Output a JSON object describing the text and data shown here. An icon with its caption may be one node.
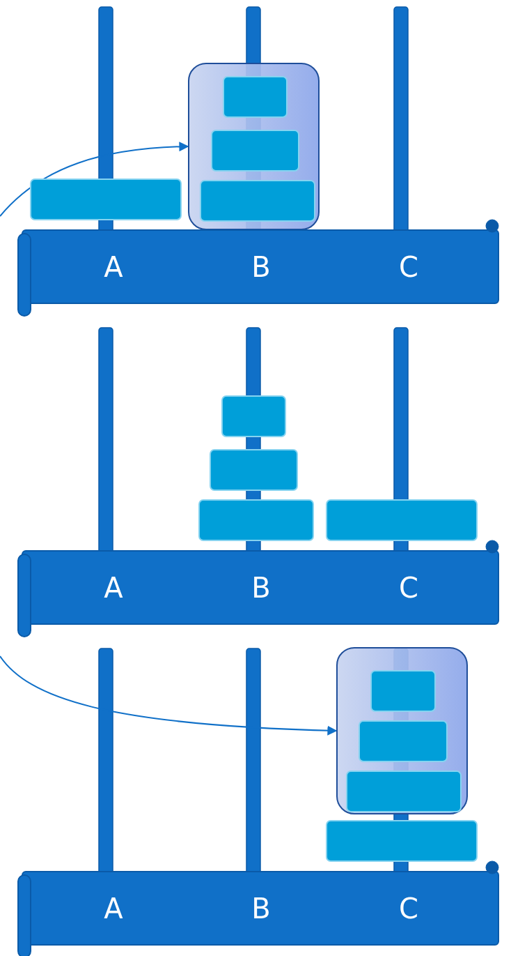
{
  "diagram": {
    "nodes": [
      {
        "text": [],
        "shape": "box"
      },
      {
        "text": [],
        "shape": "bar",
        "in": 0
      },
      {
        "text": [],
        "shape": "bar",
        "in": 0
      },
      {
        "text": [],
        "shape": "bar",
        "in": 0
      },
      {
        "text": [],
        "shape": "bar"
      },
      {
        "text": [
          "A",
          "B",
          "C"
        ]
      },
      {
        "text": [],
        "shape": "bar"
      },
      {
        "text": [],
        "shape": "bar"
      },
      {
        "text": [],
        "shape": "bar"
      },
      {
        "text": [],
        "shape": "bar"
      },
      {
        "text": [
          "A",
          "B",
          "C"
        ]
      },
      {
        "text": [],
        "shape": "box"
      },
      {
        "text": [],
        "shape": "bar",
        "in": 11
      },
      {
        "text": [],
        "shape": "bar",
        "in": 11
      },
      {
        "text": [],
        "shape": "bar",
        "in": 11
      },
      {
        "text": [],
        "shape": "bar"
      },
      {
        "text": [
          "A",
          "B",
          "C"
        ]
      }
    ],
    "edges": [
      {
        "from": null,
        "to": 0,
        "arrow": "to"
      },
      {
        "from": null,
        "to": 11,
        "arrow": "to"
      }
    ]
  }
}
